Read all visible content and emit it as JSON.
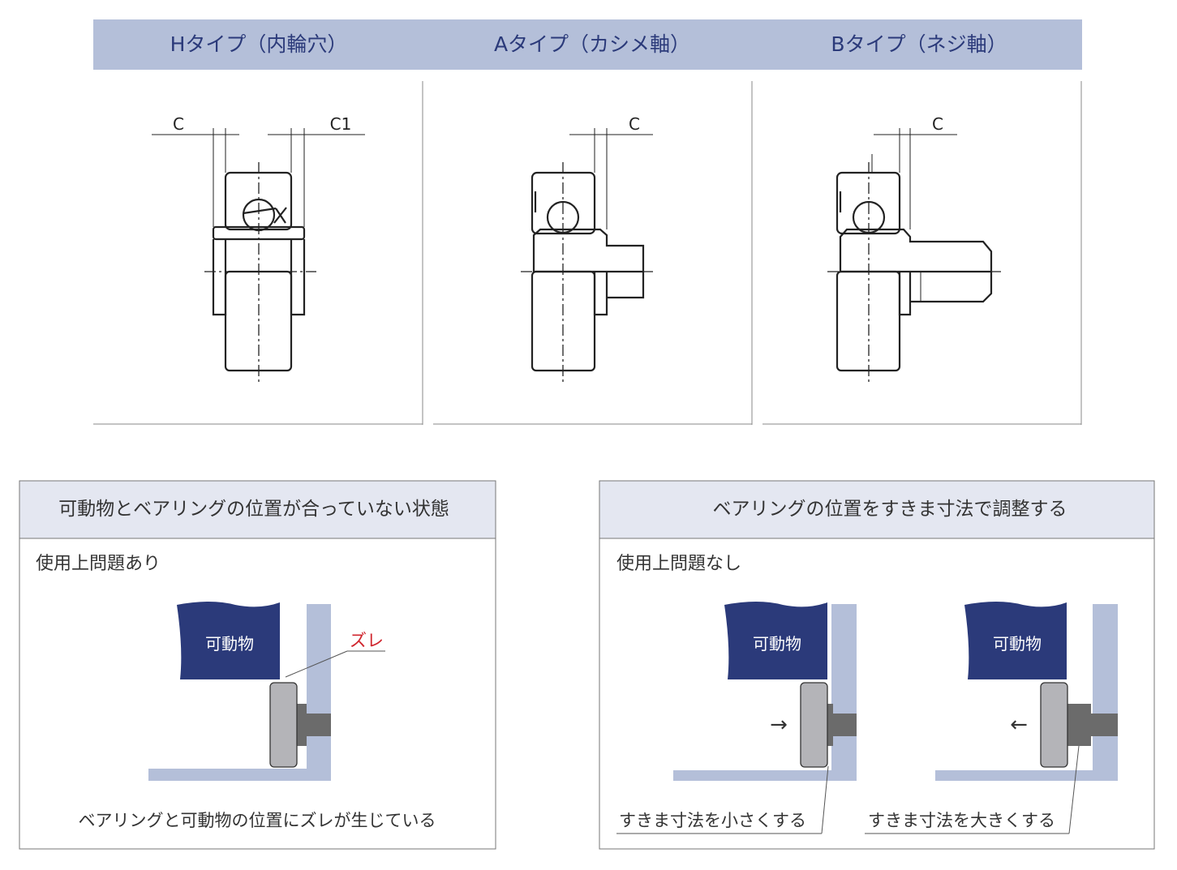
{
  "types": [
    {
      "label": "Hタイプ（内輪穴）",
      "dims": [
        "C",
        "C1"
      ]
    },
    {
      "label": "Aタイプ（カシメ軸）",
      "dims": [
        "C"
      ]
    },
    {
      "label": "Bタイプ（ネジ軸）",
      "dims": [
        "C"
      ]
    }
  ],
  "left_box": {
    "title": "可動物とベアリングの位置が合っていない状態",
    "subtitle": "使用上問題あり",
    "moving_body": "可動物",
    "callout": "ズレ",
    "caption": "ベアリングと可動物の位置にズレが生じている"
  },
  "right_box": {
    "title": "ベアリングの位置をすきま寸法で調整する",
    "subtitle": "使用上問題なし",
    "scenes": [
      {
        "moving_body": "可動物",
        "arrow": "→",
        "caption": "すきま寸法を小さくする"
      },
      {
        "moving_body": "可動物",
        "arrow": "←",
        "caption": "すきま寸法を大きくする"
      }
    ]
  },
  "colors": {
    "header": "#b4bfd9",
    "navy": "#2b3a7a",
    "red": "#d0262e",
    "roller": "#b4b4b8",
    "shaft": "#6b6b6b",
    "box_header": "#e4e7f1"
  }
}
